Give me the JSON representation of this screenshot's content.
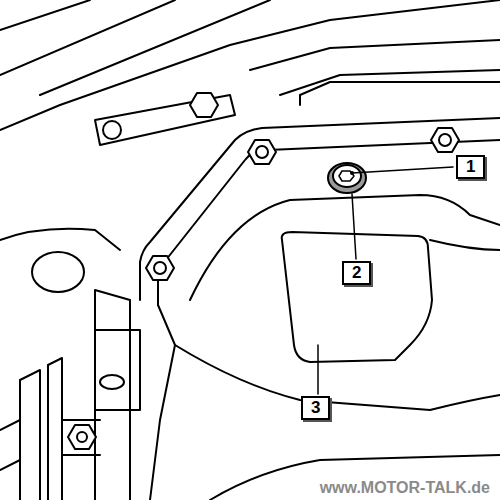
{
  "diagram": {
    "labels": [
      "1",
      "2",
      "3",
      "www.MOTOR-TALK.de"
    ]
  }
}
